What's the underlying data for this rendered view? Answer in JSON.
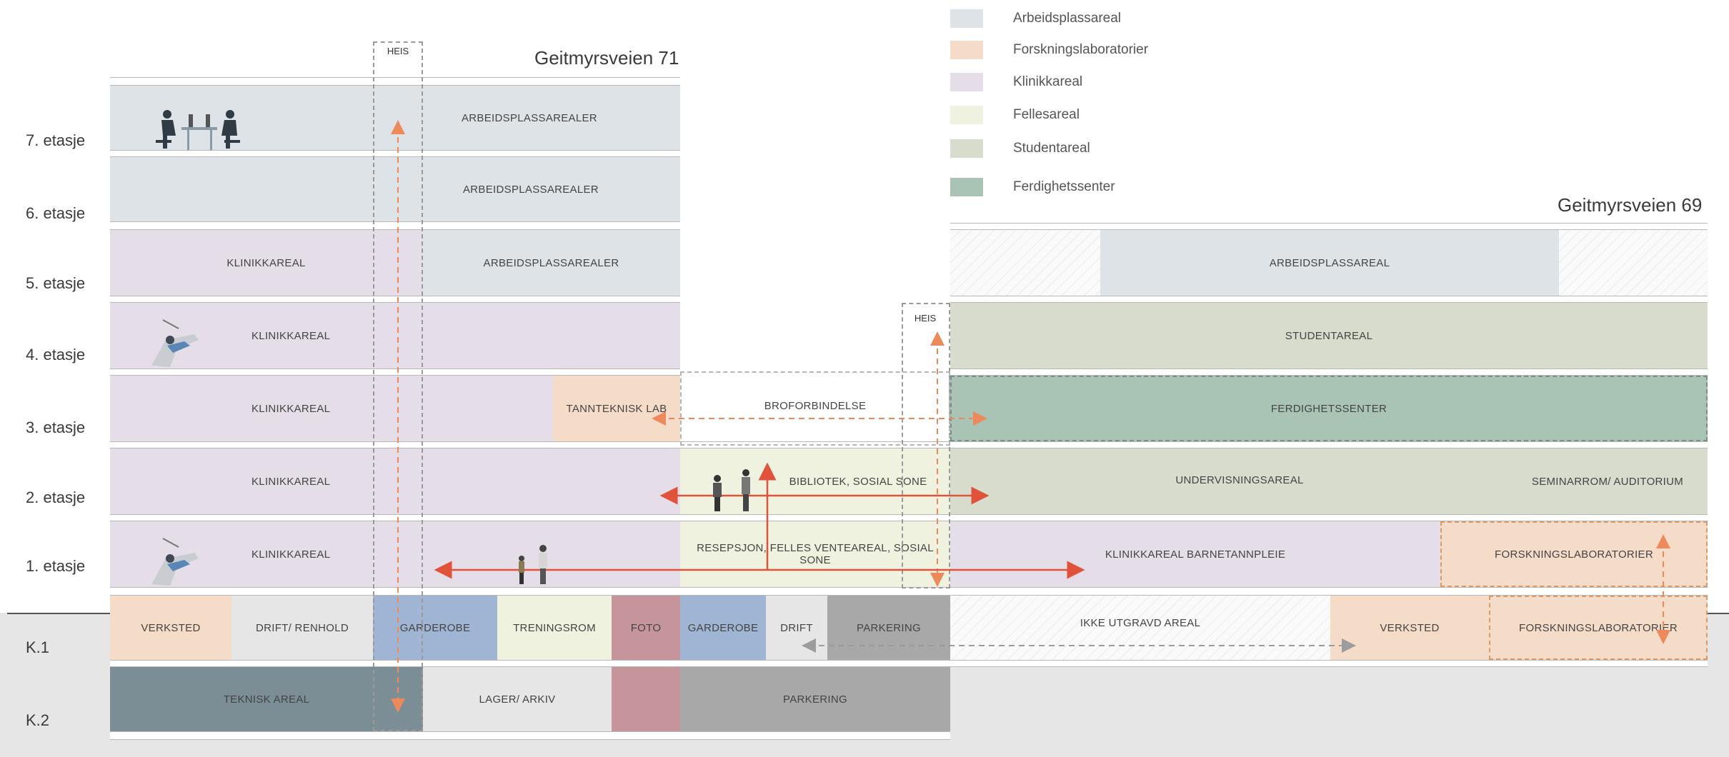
{
  "legend": [
    {
      "label": "Arbeidsplassareal",
      "color": "#dde3e7"
    },
    {
      "label": "Forskningslaboratorier",
      "color": "#f5dcc8"
    },
    {
      "label": "Klinikkareal",
      "color": "#e5dde8"
    },
    {
      "label": "Fellesareal",
      "color": "#f0f2e0"
    },
    {
      "label": "Studentareal",
      "color": "#d8dccd"
    },
    {
      "label": "Ferdighetssenter",
      "color": "#a9c4b5"
    }
  ],
  "buildings": {
    "left": "Geitmyrsveien 71",
    "right": "Geitmyrsveien 69"
  },
  "elevator_label": "HEIS",
  "floors": [
    "7. etasje",
    "6. etasje",
    "5. etasje",
    "4. etasje",
    "3. etasje",
    "2. etasje",
    "1. etasje",
    "K.1",
    "K.2"
  ],
  "rooms": {
    "f7_work": "ARBEIDSPLASSAREALER",
    "f6_work": "ARBEIDSPLASSAREALER",
    "f5_clinic": "KLINIKKAREAL",
    "f5_work": "ARBEIDSPLASSAREALER",
    "f4_clinic": "KLINIKKAREAL",
    "f3_clinic": "KLINIKKAREAL",
    "f3_lab": "TANNTEKNISK LAB",
    "f3_bridge": "BROFORBINDELSE",
    "f2_clinic": "KLINIKKAREAL",
    "f2_library": "BIBLIOTEK, SOSIAL SONE",
    "f1_clinic": "KLINIKKAREAL",
    "f1_reception": "RESEPSJON, FELLES VENTEAREAL, SOSIAL SONE",
    "k1_verksted": "VERKSTED",
    "k1_drift_renhold": "DRIFT/ RENHOLD",
    "k1_garderobe1": "GARDEROBE",
    "k1_treningsrom": "TRENINGSROM",
    "k1_foto": "FOTO",
    "k1_garderobe2": "GARDEROBE",
    "k1_drift": "DRIFT",
    "k1_parkering": "PARKERING",
    "k2_teknisk": "TEKNISK AREAL",
    "k2_lager": "LAGER/ ARKIV",
    "k2_parkering": "PARKERING",
    "r5_work": "ARBEIDSPLASSAREAL",
    "r4_student": "STUDENTAREAL",
    "r3_ferdighet": "FERDIGHETSSENTER",
    "r2_undervisning": "UNDERVISNINGSAREAL",
    "r2_seminar": "SEMINARROM/ AUDITORIUM",
    "r1_klinikk_barn": "KLINIKKAREAL BARNETANNPLEIE",
    "r1_forskning": "FORSKNINGSLABORATORIER",
    "rk1_ikke_utgravd": "IKKE UTGRAVD AREAL",
    "rk1_verksted": "VERKSTED",
    "rk1_forskning": "FORSKNINGSLABORATORIER"
  }
}
